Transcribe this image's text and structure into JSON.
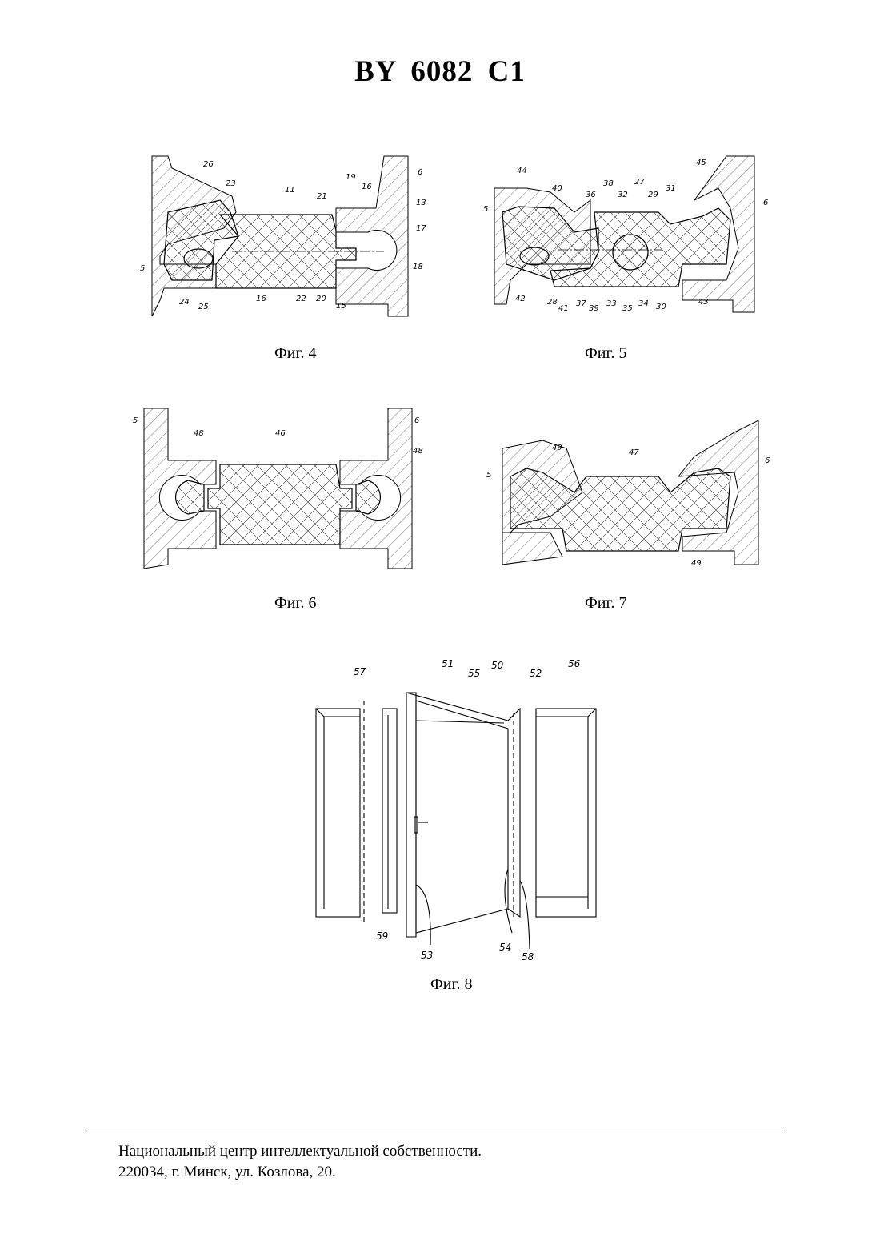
{
  "header": {
    "doc_id": "BY 6082 C1"
  },
  "figures": [
    {
      "caption": "Фиг. 4",
      "labels": [
        "26",
        "23",
        "11",
        "21",
        "19",
        "16",
        "6",
        "13",
        "17",
        "18",
        "5",
        "24",
        "25",
        "16",
        "22",
        "20",
        "15"
      ]
    },
    {
      "caption": "Фиг. 5",
      "labels": [
        "44",
        "40",
        "36",
        "38",
        "32",
        "27",
        "29",
        "31",
        "45",
        "6",
        "5",
        "42",
        "28",
        "41",
        "37",
        "39",
        "33",
        "35",
        "34",
        "30",
        "43"
      ]
    },
    {
      "caption": "Фиг. 6",
      "labels": [
        "5",
        "48",
        "46",
        "6",
        "48"
      ]
    },
    {
      "caption": "Фиг. 7",
      "labels": [
        "49",
        "47",
        "6",
        "5",
        "49"
      ]
    },
    {
      "caption": "Фиг. 8",
      "labels": [
        "57",
        "51",
        "55",
        "50",
        "52",
        "56",
        "59",
        "53",
        "54",
        "58"
      ]
    }
  ],
  "footer": {
    "line1": "Национальный центр интеллектуальной собственности.",
    "line2": "220034, г. Минск, ул. Козлова, 20."
  }
}
